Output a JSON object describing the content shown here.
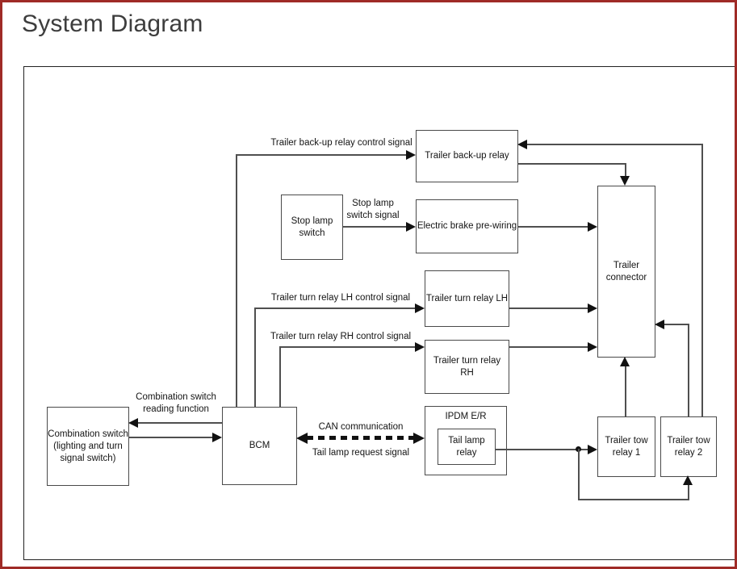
{
  "page": {
    "title": "System Diagram",
    "accent_border_color": "#9f2b27"
  },
  "diagram": {
    "boxes": {
      "trailer_backup_relay": {
        "label": "Trailer back-up relay"
      },
      "stop_lamp_switch": {
        "line1": "Stop lamp",
        "line2": "switch"
      },
      "electric_brake_prewiring": {
        "label": "Electric brake pre-wiring"
      },
      "trailer_turn_relay_lh": {
        "label": "Trailer turn relay LH"
      },
      "trailer_turn_relay_rh": {
        "label": "Trailer turn relay RH"
      },
      "trailer_connector": {
        "line1": "Trailer",
        "line2": "connector"
      },
      "combination_switch": {
        "line1": "Combination switch",
        "line2": "(lighting and turn",
        "line3": "signal switch)"
      },
      "bcm": {
        "label": "BCM"
      },
      "ipdm_er": {
        "label": "IPDM E/R"
      },
      "tail_lamp_relay": {
        "line1": "Tail lamp",
        "line2": "relay"
      },
      "trailer_tow_relay_1": {
        "line1": "Trailer tow",
        "line2": "relay 1"
      },
      "trailer_tow_relay_2": {
        "line1": "Trailer tow",
        "line2": "relay 2"
      }
    },
    "signals": {
      "backup_relay_control": "Trailer back-up relay control signal",
      "stop_lamp_switch_line1": "Stop lamp",
      "stop_lamp_switch_line2": "switch signal",
      "turn_relay_lh_control": "Trailer turn relay LH control signal",
      "turn_relay_rh_control": "Trailer turn relay RH control signal",
      "combination_reading_line1": "Combination switch",
      "combination_reading_line2": "reading function",
      "can_communication": "CAN communication",
      "tail_lamp_request": "Tail lamp request signal"
    }
  }
}
